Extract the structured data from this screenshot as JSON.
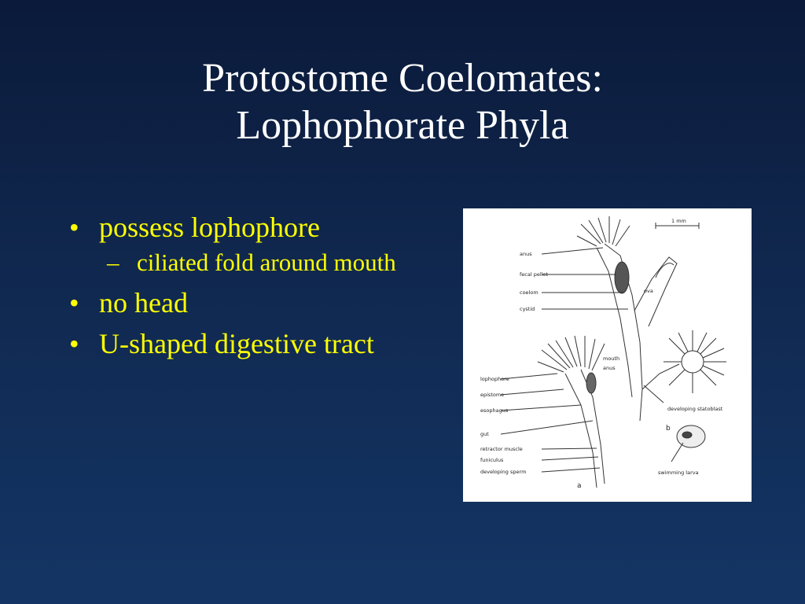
{
  "title": {
    "line1": "Protostome Coelomates:",
    "line2": "Lophophorate Phyla"
  },
  "bullets": [
    {
      "text": "possess lophophore",
      "sub": "ciliated fold around mouth"
    },
    {
      "text": "no head"
    },
    {
      "text": "U-shaped digestive tract"
    }
  ],
  "bullet_symbol": "•",
  "sub_symbol": "–",
  "figure": {
    "scale_label": "1 mm",
    "labels": {
      "anus_top": "anus",
      "fecal_pellet": "fecal pellet",
      "coelom": "coelom",
      "cystid": "cystid",
      "ova": "ova",
      "mouth": "mouth",
      "anus": "anus",
      "lophophore": "lophophore",
      "epistome": "epistome",
      "esophagus": "esophagus",
      "developing_statoblast": "developing statoblast",
      "gut": "gut",
      "retractor_muscle": "retractor muscle",
      "funiculus": "funiculus",
      "developing_sperm": "developing sperm",
      "panel_a": "a",
      "panel_b": "b",
      "swimming_larva": "swimming larva"
    }
  },
  "colors": {
    "title": "#ffffff",
    "body_text": "#ffff00",
    "background": "#10284f"
  }
}
